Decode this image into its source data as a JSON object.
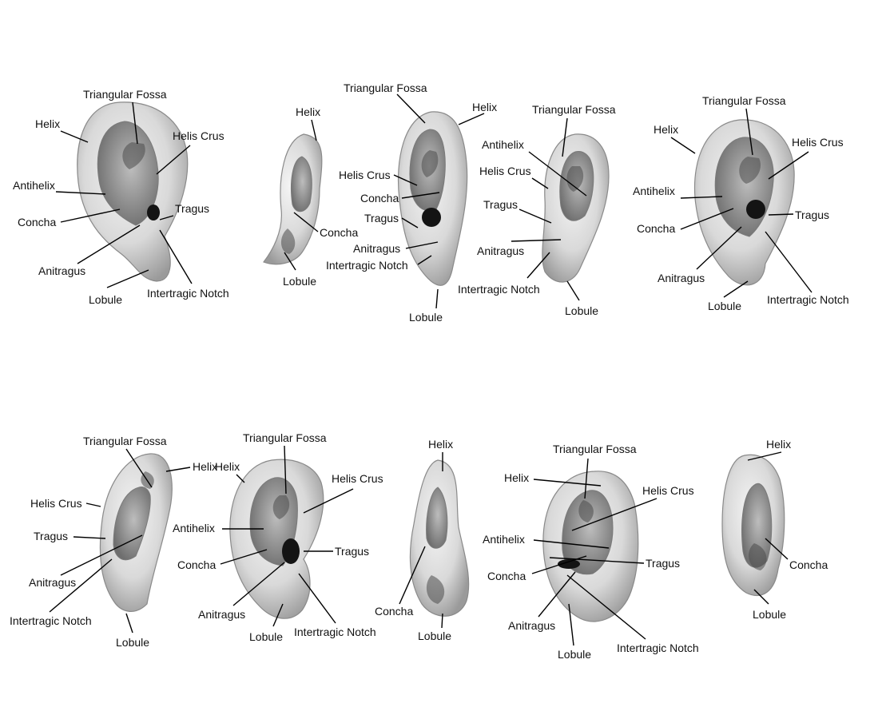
{
  "diagrams": [
    {
      "id": "ear1",
      "labels": [
        {
          "text": "Triangular Fossa"
        },
        {
          "text": "Helix"
        },
        {
          "text": "Helis Crus"
        },
        {
          "text": "Antihelix"
        },
        {
          "text": "Tragus"
        },
        {
          "text": "Concha"
        },
        {
          "text": "Anitragus"
        },
        {
          "text": "Lobule"
        },
        {
          "text": "Intertragic Notch"
        }
      ]
    },
    {
      "id": "ear2",
      "labels": [
        {
          "text": "Helix"
        },
        {
          "text": "Concha"
        },
        {
          "text": "Lobule"
        }
      ]
    },
    {
      "id": "ear3",
      "labels": [
        {
          "text": "Triangular Fossa"
        },
        {
          "text": "Helix"
        },
        {
          "text": "Helis Crus"
        },
        {
          "text": "Concha"
        },
        {
          "text": "Tragus"
        },
        {
          "text": "Anitragus"
        },
        {
          "text": "Intertragic Notch"
        },
        {
          "text": "Lobule"
        }
      ]
    },
    {
      "id": "ear4",
      "labels": [
        {
          "text": "Triangular Fossa"
        },
        {
          "text": "Antihelix"
        },
        {
          "text": "Helis Crus"
        },
        {
          "text": "Tragus"
        },
        {
          "text": "Anitragus"
        },
        {
          "text": "Intertragic Notch"
        },
        {
          "text": "Lobule"
        }
      ]
    },
    {
      "id": "ear5",
      "labels": [
        {
          "text": "Triangular Fossa"
        },
        {
          "text": "Helix"
        },
        {
          "text": "Helis Crus"
        },
        {
          "text": "Antihelix"
        },
        {
          "text": "Concha"
        },
        {
          "text": "Tragus"
        },
        {
          "text": "Anitragus"
        },
        {
          "text": "Lobule"
        },
        {
          "text": "Intertragic Notch"
        }
      ]
    },
    {
      "id": "ear6",
      "labels": [
        {
          "text": "Triangular Fossa"
        },
        {
          "text": "Helix"
        },
        {
          "text": "Helis Crus"
        },
        {
          "text": "Tragus"
        },
        {
          "text": "Anitragus"
        },
        {
          "text": "Intertragic Notch"
        },
        {
          "text": "Lobule"
        }
      ]
    },
    {
      "id": "ear7",
      "labels": [
        {
          "text": "Triangular Fossa"
        },
        {
          "text": "Helix"
        },
        {
          "text": "Helis Crus"
        },
        {
          "text": "Antihelix"
        },
        {
          "text": "Concha"
        },
        {
          "text": "Tragus"
        },
        {
          "text": "Anitragus"
        },
        {
          "text": "Lobule"
        },
        {
          "text": "Intertragic Notch"
        }
      ]
    },
    {
      "id": "ear8",
      "labels": [
        {
          "text": "Helix"
        },
        {
          "text": "Concha"
        },
        {
          "text": "Lobule"
        }
      ]
    },
    {
      "id": "ear9",
      "labels": [
        {
          "text": "Triangular Fossa"
        },
        {
          "text": "Helix"
        },
        {
          "text": "Helis Crus"
        },
        {
          "text": "Antihelix"
        },
        {
          "text": "Tragus"
        },
        {
          "text": "Concha"
        },
        {
          "text": "Anitragus"
        },
        {
          "text": "Lobule"
        },
        {
          "text": "Intertragic Notch"
        }
      ]
    },
    {
      "id": "ear10",
      "labels": [
        {
          "text": "Helix"
        },
        {
          "text": "Concha"
        },
        {
          "text": "Lobule"
        }
      ]
    }
  ]
}
